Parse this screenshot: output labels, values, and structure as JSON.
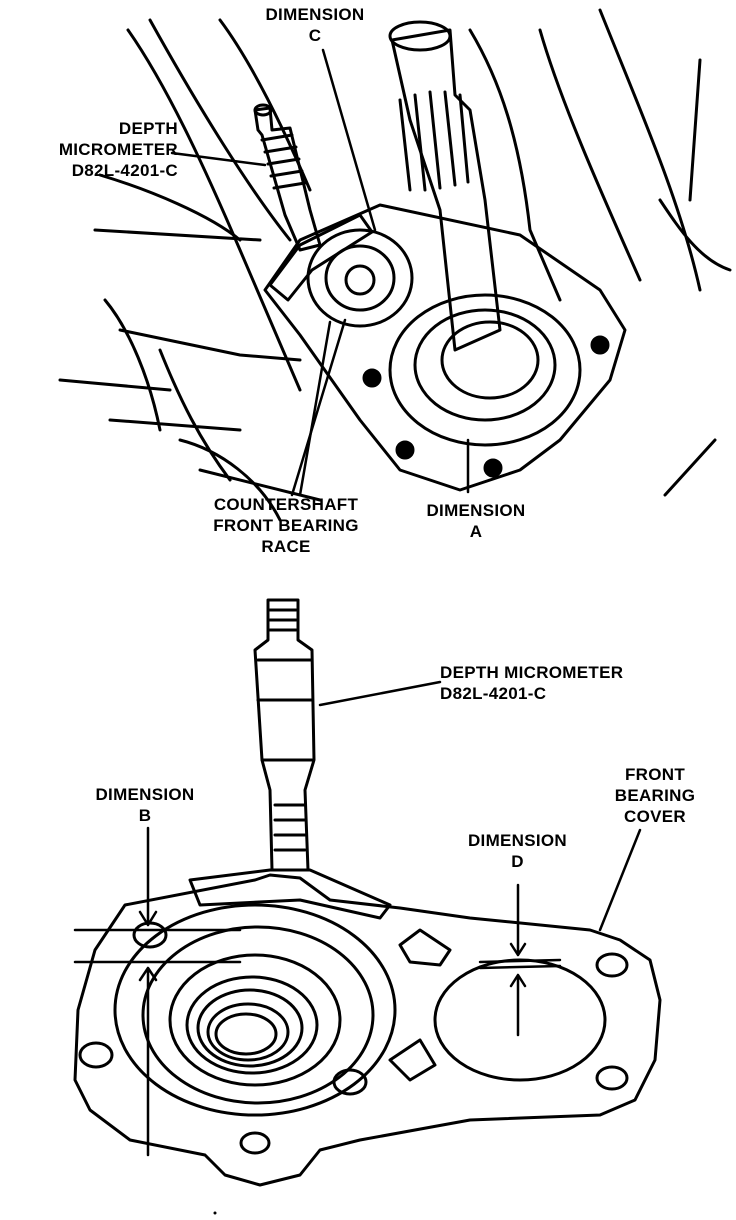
{
  "labels": {
    "top_dim_c": [
      "DIMENSION",
      "C"
    ],
    "top_micrometer": [
      "DEPTH",
      "MICROMETER",
      "D82L-4201-C"
    ],
    "top_race": [
      "COUNTERSHAFT",
      "FRONT BEARING",
      "RACE"
    ],
    "top_dim_a": [
      "DIMENSION",
      "A"
    ],
    "bottom_micrometer": [
      "DEPTH MICROMETER",
      "D82L-4201-C"
    ],
    "bottom_dim_b": [
      "DIMENSION",
      "B"
    ],
    "bottom_cover": [
      "FRONT",
      "BEARING",
      "COVER"
    ],
    "bottom_dim_d": [
      "DIMENSION",
      "D"
    ]
  },
  "colors": {
    "ink": "#000000",
    "paper": "#ffffff"
  }
}
